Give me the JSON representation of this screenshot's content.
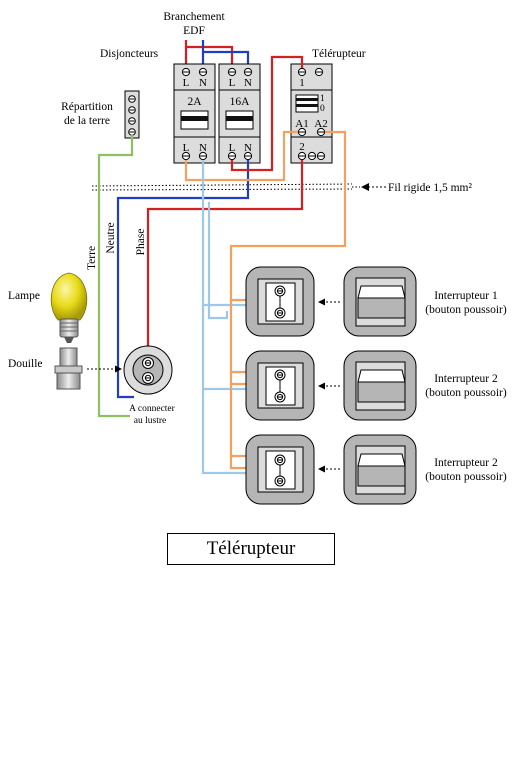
{
  "header": {
    "supply_line1": "Branchement",
    "supply_line2": "EDF",
    "breakers_label": "Disjoncteurs",
    "relay_label": "Télérupteur"
  },
  "breakers": [
    {
      "rating": "2A",
      "top_L": "L",
      "top_N": "N",
      "bot_L": "L",
      "bot_N": "N"
    },
    {
      "rating": "16A",
      "top_L": "L",
      "top_N": "N",
      "bot_L": "L",
      "bot_N": "N"
    }
  ],
  "relay": {
    "t1": "1",
    "t2": "2",
    "a1": "A1",
    "a2": "A2",
    "switch_on": "1",
    "switch_off": "0"
  },
  "earth_bar": {
    "line1": "Répartition",
    "line2": "de la terre"
  },
  "rigid_wire_label": "Fil rigide 1,5 mm²",
  "wires": {
    "earth": "Terre",
    "neutral": "Neutre",
    "phase": "Phase"
  },
  "lamp": {
    "lamp_label": "Lampe",
    "socket_label": "Douille"
  },
  "ceiling_box": {
    "line1": "A connecter",
    "line2": "au lustre"
  },
  "switches": [
    {
      "line1": "Interrupteur 1",
      "line2": "(bouton poussoir)"
    },
    {
      "line1": "Interrupteur 2",
      "line2": "(bouton poussoir)"
    },
    {
      "line1": "Interrupteur 2",
      "line2": "(bouton poussoir)"
    }
  ],
  "title": "Télérupteur",
  "colors": {
    "phase": "#d42020",
    "neutral": "#1f3fbf",
    "earth": "#8cc063",
    "switched_orange": "#f4a060",
    "return_lightblue": "#9cc8ec",
    "module_grey": "#dcdcdc",
    "switch_outer": "#b5b5b5",
    "lamp_yellow": "#e8dc18"
  }
}
